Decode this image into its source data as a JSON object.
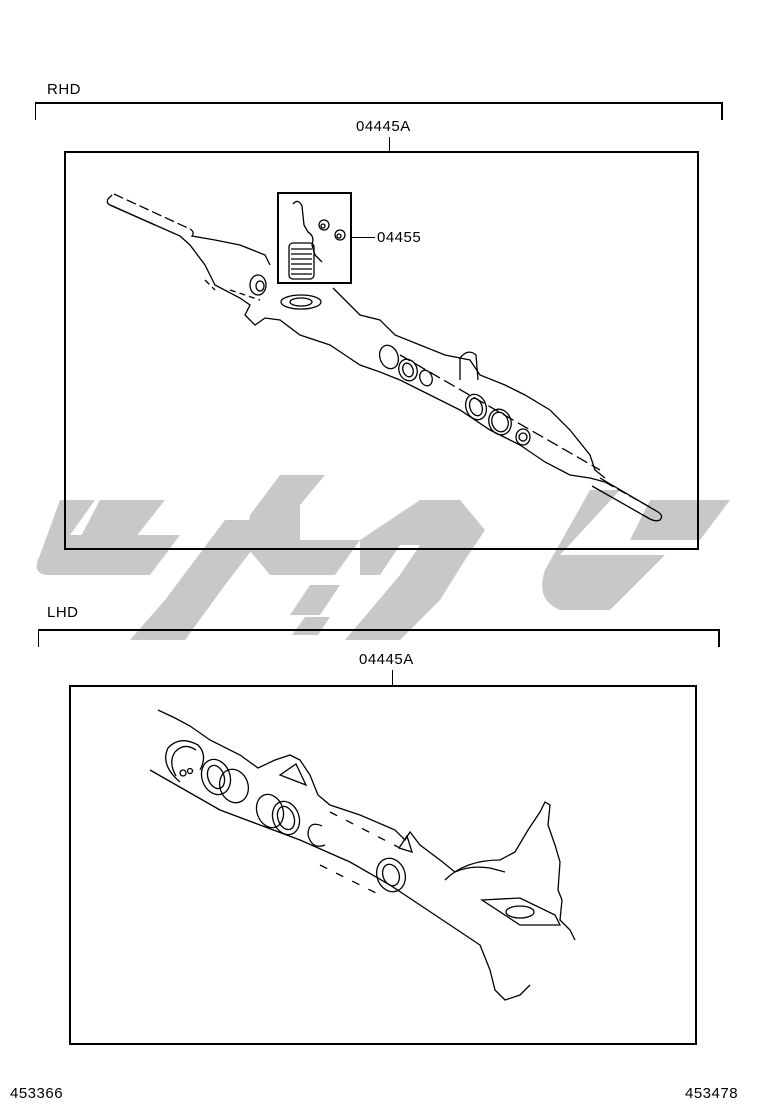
{
  "diagram": {
    "type": "parts-exploded-view",
    "subject": "steering gear rack gasket kit",
    "sections": [
      {
        "id": "rhd",
        "label": "RHD",
        "callouts": [
          {
            "code": "04445A",
            "target": "kit-box"
          },
          {
            "code": "04455",
            "target": "pinion-valve-subkit"
          }
        ]
      },
      {
        "id": "lhd",
        "label": "LHD",
        "callouts": [
          {
            "code": "04445A",
            "target": "kit-box"
          }
        ]
      }
    ],
    "footer": {
      "left_code": "453366",
      "right_code": "453478"
    }
  },
  "watermark": {
    "color": "#c8c8c8",
    "description": "Persian logotype watermark"
  },
  "colors": {
    "line": "#000000",
    "background": "#ffffff"
  }
}
